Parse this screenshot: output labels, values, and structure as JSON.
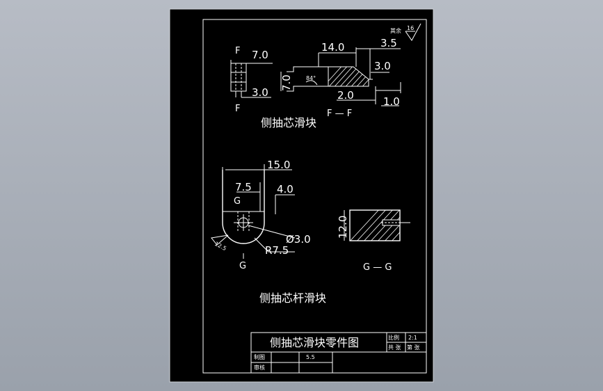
{
  "colors": {
    "paper": "#000000",
    "line": "#ffffff",
    "background": "#a8aeb8"
  },
  "dims": {
    "f_width": "7.0",
    "f_slot": "3.0",
    "f_height": "7.0",
    "f_top_len": "14.0",
    "f_right_off": "3.5",
    "f_step": "3.0",
    "f_bottom": "2.0",
    "f_tail": "1.0",
    "f_angle": "84°",
    "g_len": "15.0",
    "g_half": "7.5",
    "g_hole_off": "4.0",
    "g_hole_dia": "Ø3.0",
    "g_radius": "R7.5",
    "g_side_height": "12.0",
    "g_rough": "12.5",
    "roughness_top": "16"
  },
  "labels": {
    "f_top": "F",
    "f_bottom": "F",
    "f_section": "F — F",
    "g_top": "G",
    "g_bottom": "G",
    "g_section": "G — G",
    "part1": "侧抽芯滑块",
    "part2": "侧抽芯杆滑块",
    "roughness_note": "其余"
  },
  "title_block": {
    "drawing_title": "侧抽芯滑块零件图",
    "scale_label": "比例",
    "scale_value": "2:1",
    "sheet_label": "共 张",
    "sheet_label2": "第 张",
    "drawn_by": "制图",
    "checked_by": "审核",
    "code": "5.5"
  }
}
